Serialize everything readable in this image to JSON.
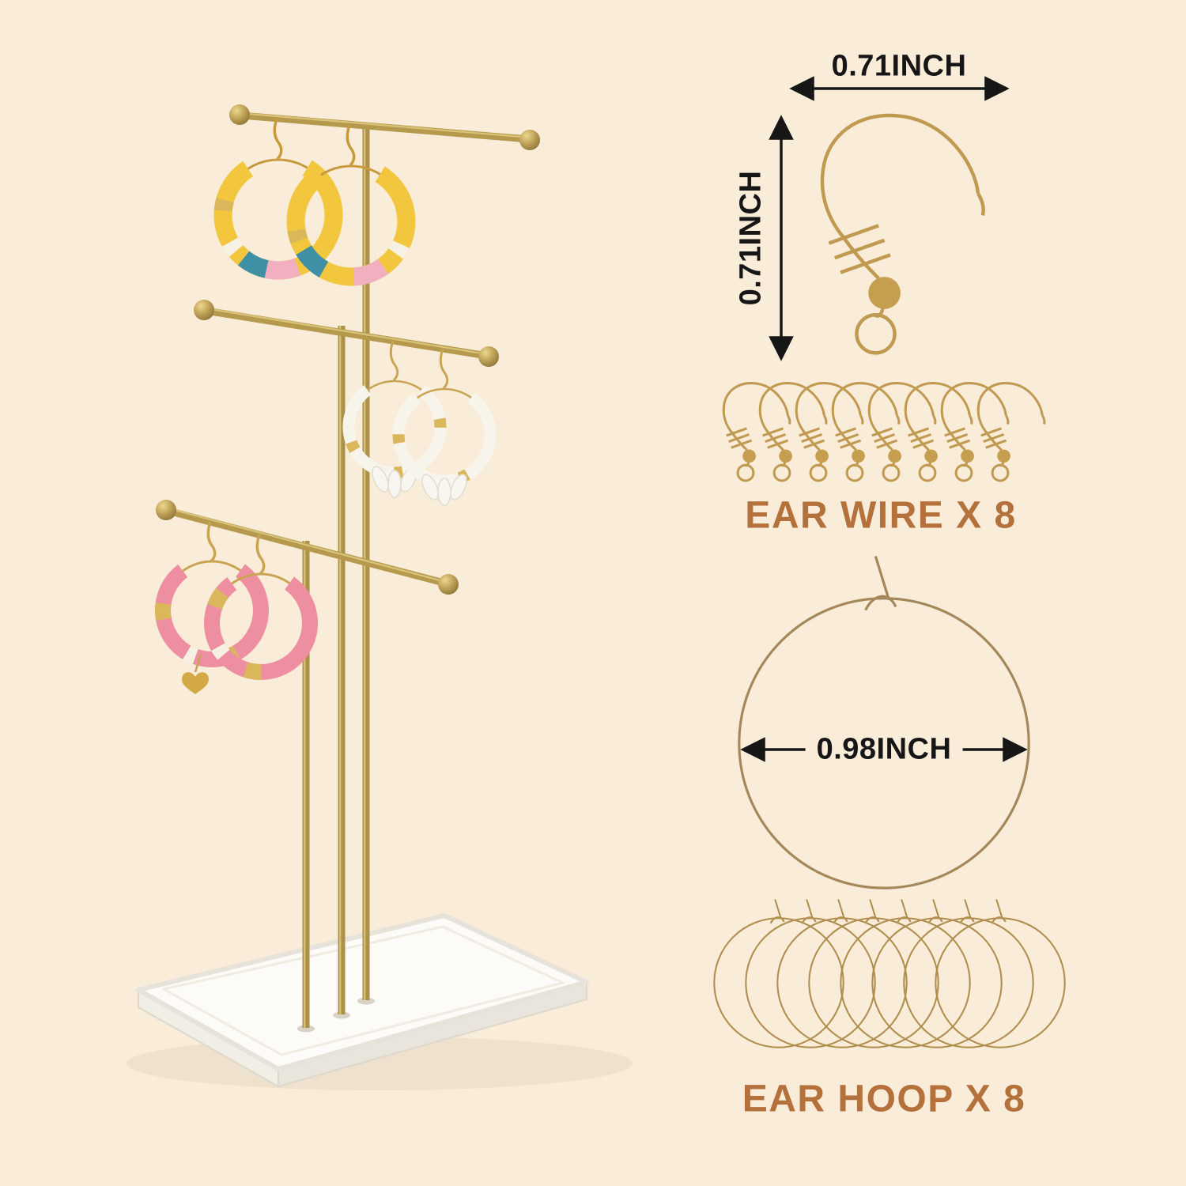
{
  "labels": {
    "ear_wire_width": "0.71INCH",
    "ear_wire_height": "0.71INCH",
    "ear_wire_caption": "EAR WIRE X 8",
    "ear_hoop_diameter": "0.98INCH",
    "ear_hoop_caption": "EAR HOOP X 8"
  },
  "counts": {
    "ear_wire": 8,
    "ear_hoop": 8
  },
  "colors": {
    "background": "#f9ecd9",
    "caption_text": "#b4713b",
    "dimension_text": "#161616",
    "gold_metal": "#b59a4d",
    "rose_gold_wire": "#c09a50",
    "tray_white": "#fcfbf8",
    "bead_yellow": "#f2c73e",
    "bead_teal": "#3f8fa5",
    "bead_pink": "#ee8fa1",
    "bead_white": "#f7f4ec"
  }
}
